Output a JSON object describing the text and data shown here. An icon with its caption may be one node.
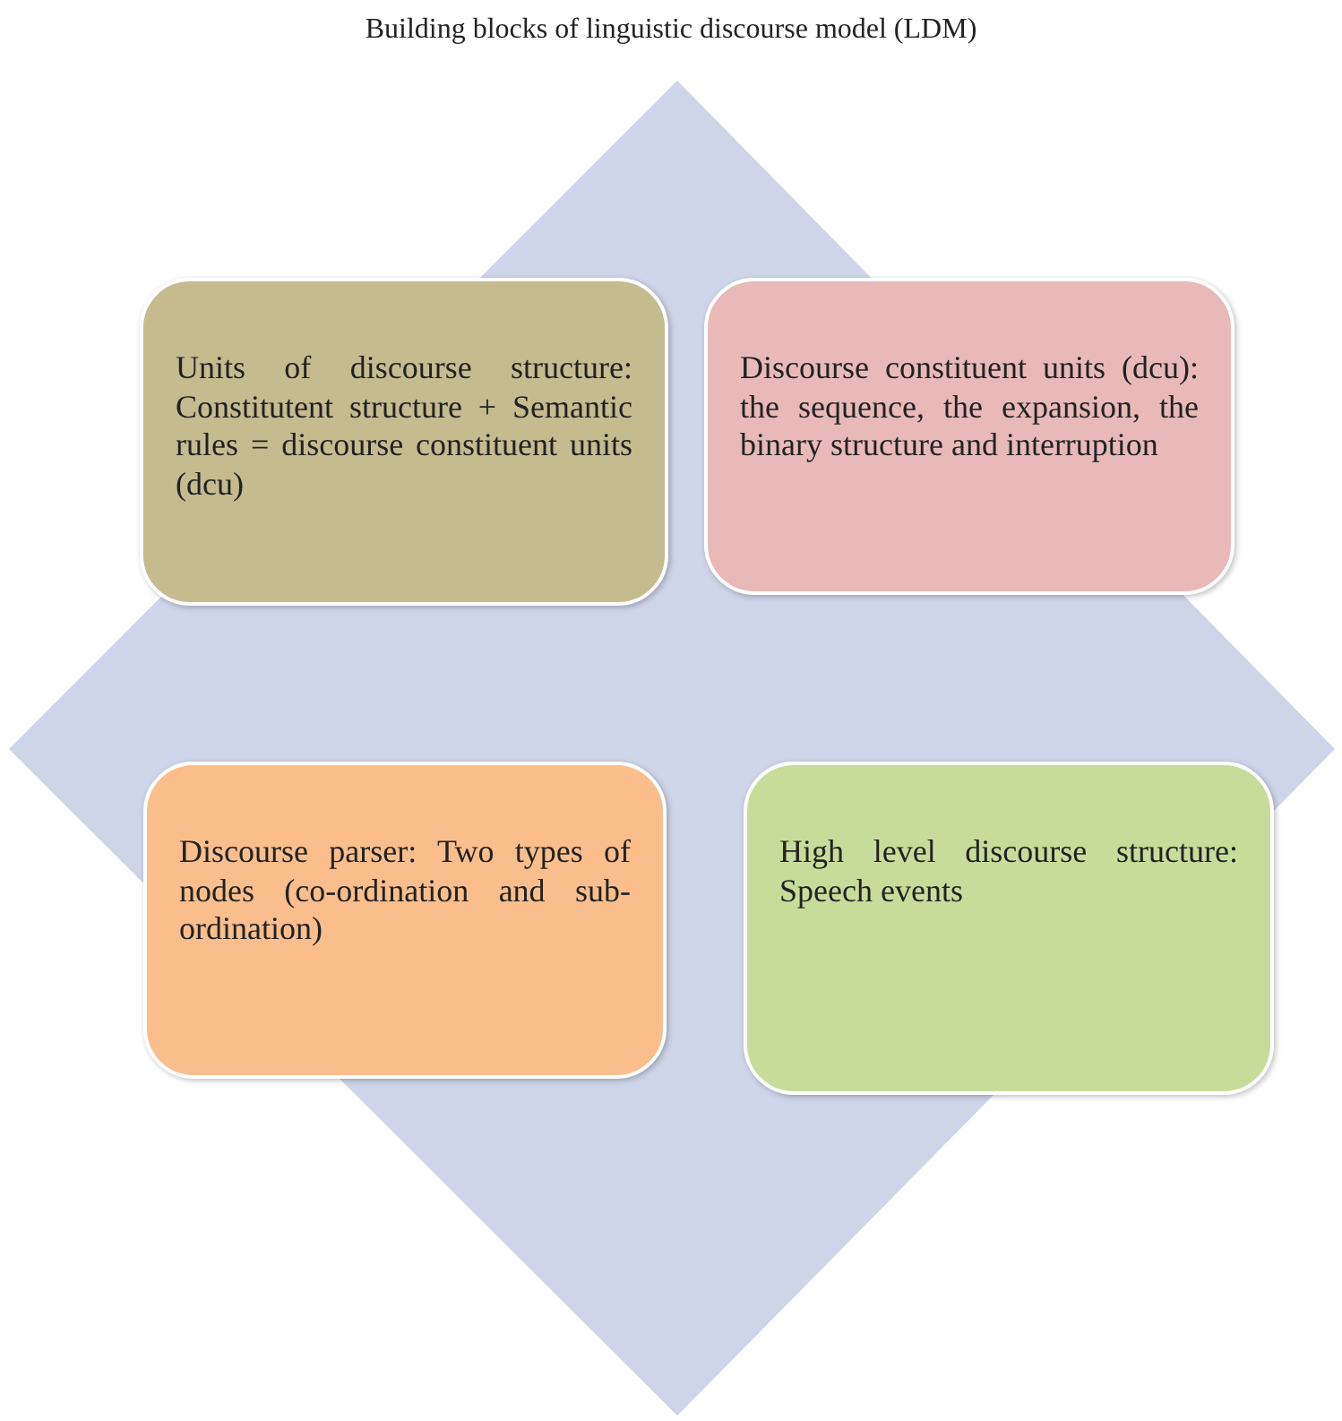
{
  "diagram": {
    "title": "Building blocks of linguistic discourse model (LDM)",
    "nodes": [
      {
        "text": [
          "Units of discourse structure: Constitutent structure + Semantic rules = discourse constituent units (dcu)"
        ]
      },
      {
        "text": [
          "Discourse constituent units (dcu): the sequence, the expansion, the binary structure and interruption"
        ]
      },
      {
        "text": [
          "Discourse parser: Two types of nodes (co-ordination and sub-ordination)"
        ]
      },
      {
        "text": [
          "High level discourse structure: Speech events"
        ]
      }
    ],
    "edges": []
  }
}
